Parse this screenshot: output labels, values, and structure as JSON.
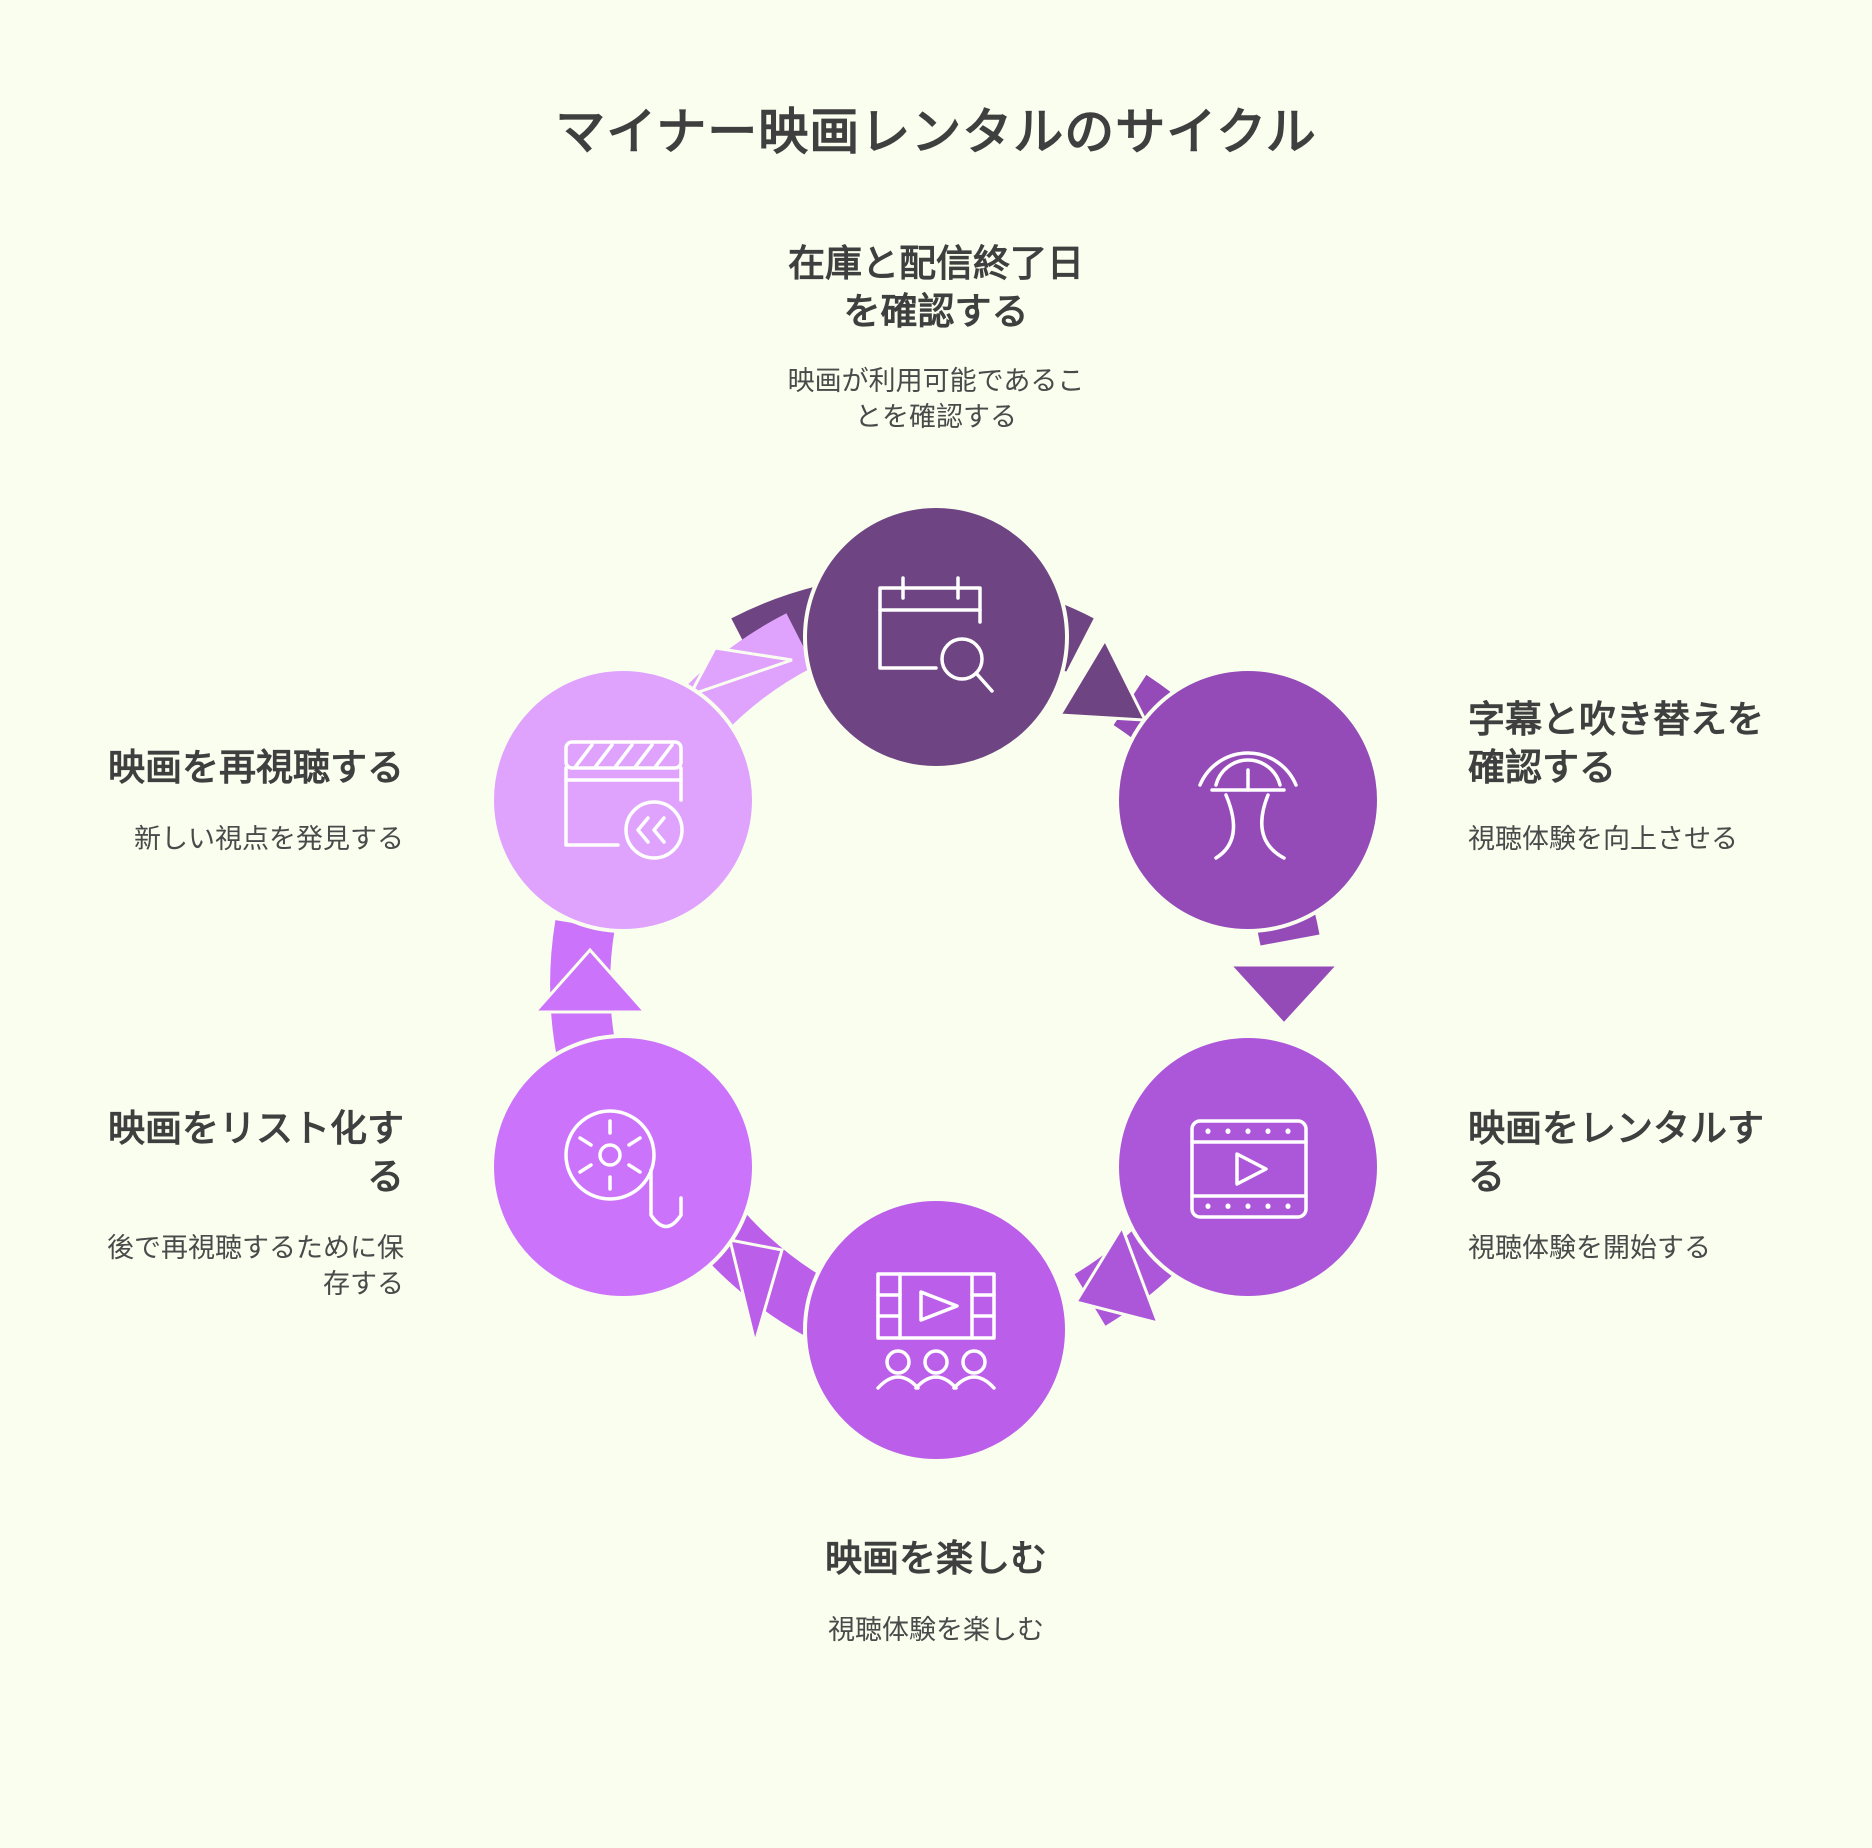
{
  "title": "マイナー映画レンタルのサイクル",
  "colors": {
    "background": "#fafeef",
    "step1": "#6e4582",
    "step2": "#944bb8",
    "step3": "#ac57d9",
    "step4": "#bb5ee9",
    "step5": "#cb74fb",
    "step6": "#e0a3fd"
  },
  "steps": [
    {
      "id": "check-stock",
      "title": "在庫と配信終了日\nを確認する",
      "desc": "映画が利用可能であるこ\nとを確認する",
      "icon": "calendar-search-icon"
    },
    {
      "id": "check-subtitles",
      "title": "字幕と吹き替えを\n確認する",
      "desc": "視聴体験を向上させる",
      "icon": "translate-icon"
    },
    {
      "id": "rent-movie",
      "title": "映画をレンタルす\nる",
      "desc": "視聴体験を開始する",
      "icon": "film-play-icon"
    },
    {
      "id": "enjoy-movie",
      "title": "映画を楽しむ",
      "desc": "視聴体験を楽しむ",
      "icon": "theater-audience-icon"
    },
    {
      "id": "list-movie",
      "title": "映画をリスト化す\nる",
      "desc": "後で再視聴するために保\n存する",
      "icon": "film-reel-icon"
    },
    {
      "id": "rewatch-movie",
      "title": "映画を再視聴する",
      "desc": "新しい視点を発見する",
      "icon": "clapper-rewind-icon"
    }
  ]
}
